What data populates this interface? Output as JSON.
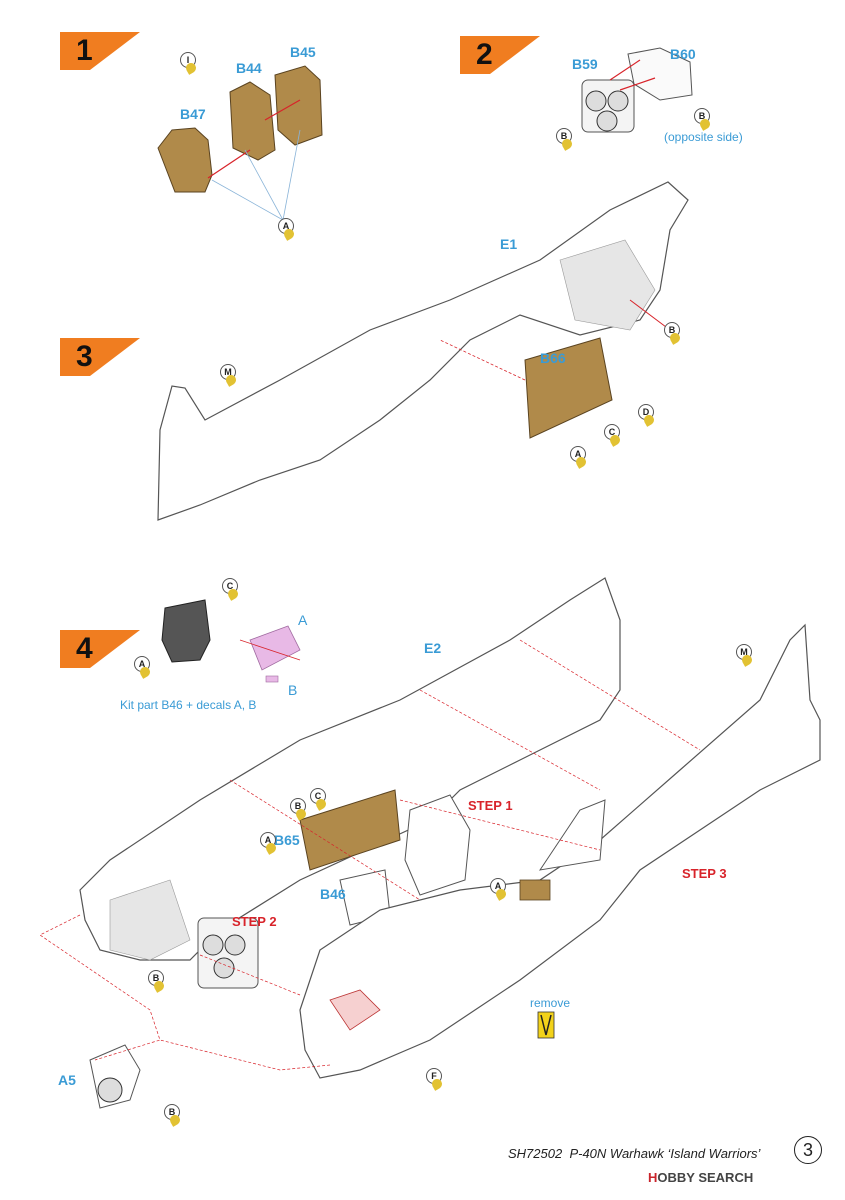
{
  "steps": [
    {
      "number": "1"
    },
    {
      "number": "2"
    },
    {
      "number": "3"
    },
    {
      "number": "4"
    }
  ],
  "parts": {
    "b44": "B44",
    "b45": "B45",
    "b47": "B47",
    "b59": "B59",
    "b60": "B60",
    "e1": "E1",
    "b66": "B66",
    "e2": "E2",
    "b65": "B65",
    "b46": "B46",
    "a5": "A5"
  },
  "captions": {
    "opposite_side": "(opposite side)",
    "decal_a": "A",
    "decal_b": "B",
    "kit_part": "Kit part B46 + decals A, B",
    "remove": "remove"
  },
  "step_refs": {
    "step1": "STEP 1",
    "step2": "STEP 2",
    "step3": "STEP 3"
  },
  "color_markers": {
    "s1_i": "I",
    "s1_a": "A",
    "s2_b1": "B",
    "s2_b2": "B",
    "s3_m": "M",
    "s3_b": "B",
    "s3_d": "D",
    "s3_c": "C",
    "s3_a": "A",
    "s4_c1": "C",
    "s4_a1": "A",
    "s4_m": "M",
    "s4_b1": "B",
    "s4_c2": "C",
    "s4_a2": "A",
    "s4_a3": "A",
    "s4_b2": "B",
    "s4_f": "F",
    "s4_b3": "B"
  },
  "footer": {
    "code": "SH72502",
    "title": "P-40N Warhawk ‘Island Warriors’",
    "page": "3"
  },
  "watermark": {
    "brand_prefix": "H",
    "brand_rest": "OBBY SEARCH"
  },
  "colors": {
    "step_tag": "#f07d20",
    "part_label": "#3a9bd5",
    "arrow_red": "#d8232a",
    "interior_tan": "#b08a4a",
    "decal_pink": "#e8b9e6",
    "remove_yellow": "#f2d21a"
  }
}
